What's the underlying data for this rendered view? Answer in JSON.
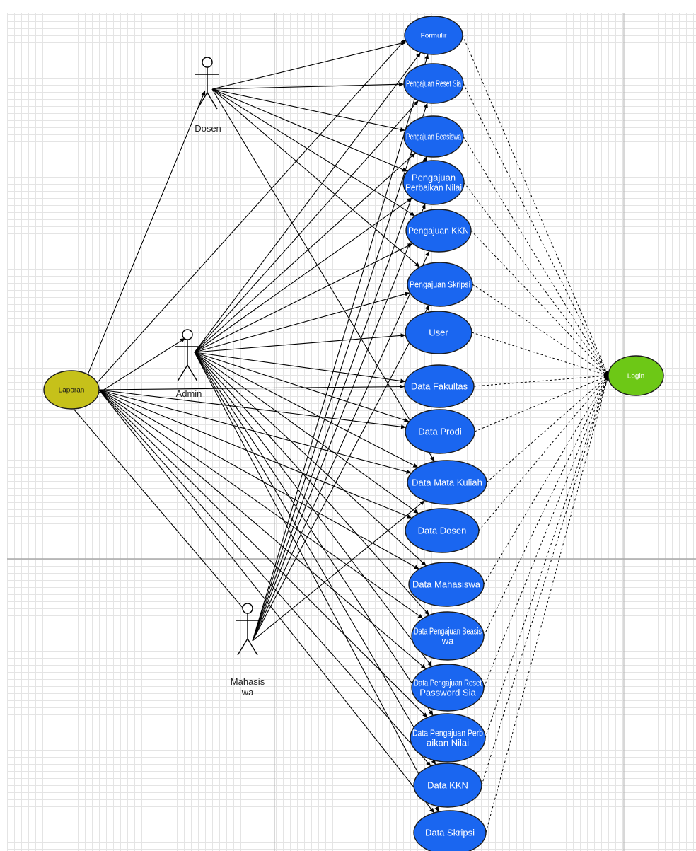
{
  "colors": {
    "usecase_fill": "#1a66f0",
    "laporan_fill": "#c6c11a",
    "login_fill": "#6dc816",
    "line": "#000000"
  },
  "actors": {
    "dosen": "Dosen",
    "admin": "Admin",
    "mahasiswa": [
      "Mahasis",
      "wa"
    ]
  },
  "usecases": {
    "laporan": "Laporan",
    "login": "Login",
    "formulir": "Formulir",
    "pengajuan_reset_sia": "Pengajuan Reset Sia",
    "pengajuan_beasiswa": "Pengajuan Beasiswa",
    "pengajuan_perbaikan_nilai": [
      "Pengajuan",
      "Perbaikan Nilai"
    ],
    "pengajuan_kkn": "Pengajuan KKN",
    "pengajuan_skripsi": "Pengajuan Skripsi",
    "user": "User",
    "data_fakultas": "Data Fakultas",
    "data_prodi": "Data Prodi",
    "data_mata_kuliah": "Data Mata Kuliah",
    "data_dosen": "Data Dosen",
    "data_mahasiswa": "Data Mahasiswa",
    "data_pengajuan_beasiswa": [
      "Data Pengajuan Beasis",
      "wa"
    ],
    "data_pengajuan_reset_password_sia": [
      "Data Pengajuan Reset",
      "Password Sia"
    ],
    "data_pengajuan_perbaikan_nilai": [
      "Data Pengajuan Perb",
      "aikan Nilai"
    ],
    "data_kkn": "Data KKN",
    "data_skripsi": "Data Skripsi"
  }
}
